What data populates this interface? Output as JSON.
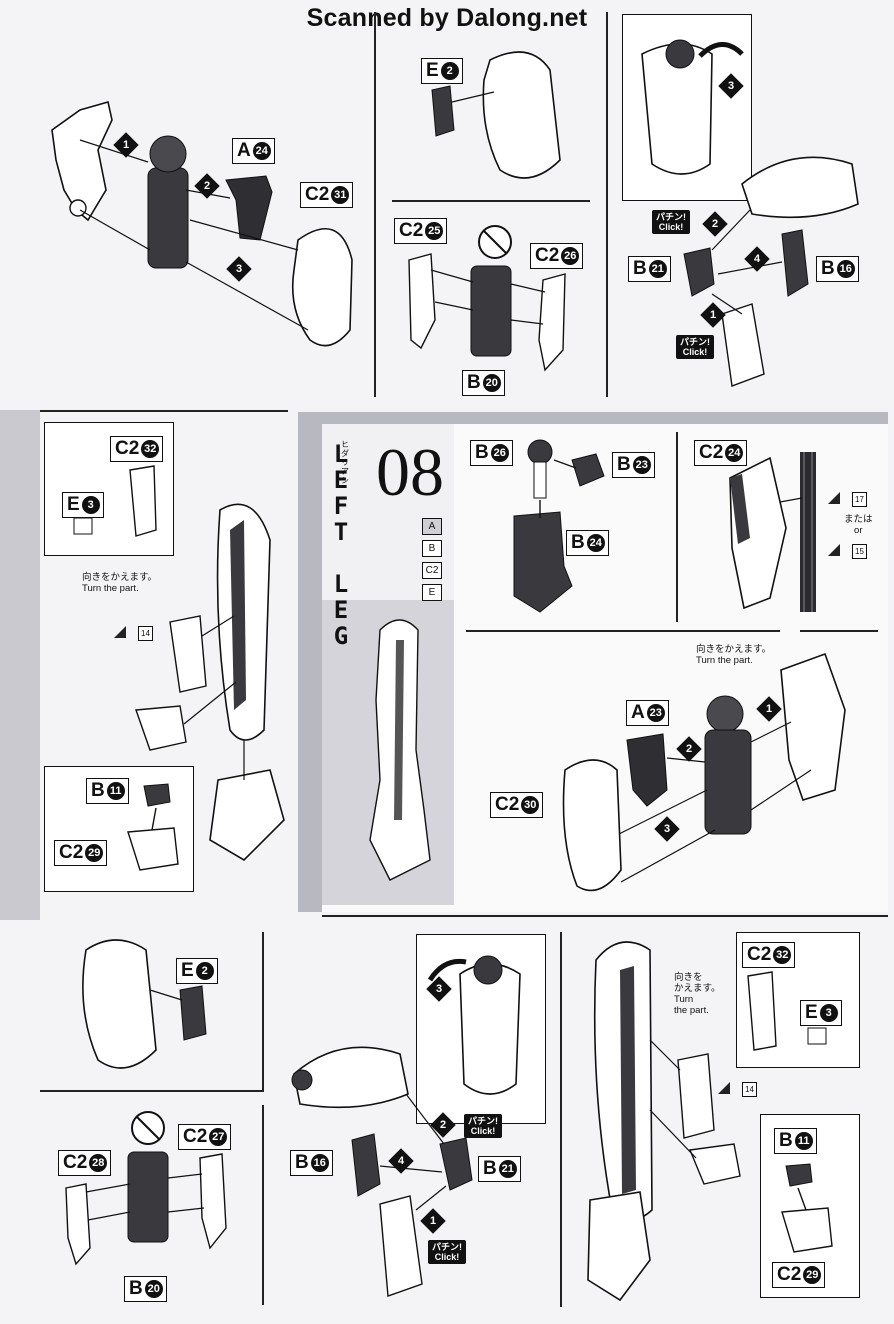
{
  "header": {
    "text": "Scanned by Dalong.net"
  },
  "step08": {
    "number": "08",
    "title_en": "LEFT LEG",
    "title_jp": "ヒダリアシ",
    "runners": [
      "A",
      "B",
      "C2",
      "E"
    ]
  },
  "notes": {
    "turn_jp": "向きをかえます。",
    "turn_en": "Turn the part.",
    "turn_jp_short1": "向きを",
    "turn_jp_short2": "かえます。",
    "turn_en_1": "Turn",
    "turn_en_2": "the part.",
    "or_jp": "または",
    "or_en": "or"
  },
  "click": {
    "jp": "パチン!",
    "en": "Click!"
  },
  "parts": {
    "A24": {
      "letter": "A",
      "num": "24"
    },
    "C2_31": {
      "letter": "C2",
      "num": "31"
    },
    "E2": {
      "letter": "E",
      "num": "2"
    },
    "C2_25": {
      "letter": "C2",
      "num": "25"
    },
    "C2_26": {
      "letter": "C2",
      "num": "26"
    },
    "B20": {
      "letter": "B",
      "num": "20"
    },
    "B21": {
      "letter": "B",
      "num": "21"
    },
    "B16": {
      "letter": "B",
      "num": "16"
    },
    "C2_32": {
      "letter": "C2",
      "num": "32"
    },
    "E3": {
      "letter": "E",
      "num": "3"
    },
    "B11": {
      "letter": "B",
      "num": "11"
    },
    "C2_29": {
      "letter": "C2",
      "num": "29"
    },
    "B26": {
      "letter": "B",
      "num": "26"
    },
    "B23": {
      "letter": "B",
      "num": "23"
    },
    "B24": {
      "letter": "B",
      "num": "24"
    },
    "C2_24": {
      "letter": "C2",
      "num": "24"
    },
    "A23": {
      "letter": "A",
      "num": "23"
    },
    "C2_30": {
      "letter": "C2",
      "num": "30"
    },
    "C2_28": {
      "letter": "C2",
      "num": "28"
    },
    "C2_27": {
      "letter": "C2",
      "num": "27"
    }
  },
  "stickers": {
    "s14": "14",
    "s17": "17",
    "s15": "15"
  },
  "steps": [
    "1",
    "2",
    "3",
    "4"
  ]
}
